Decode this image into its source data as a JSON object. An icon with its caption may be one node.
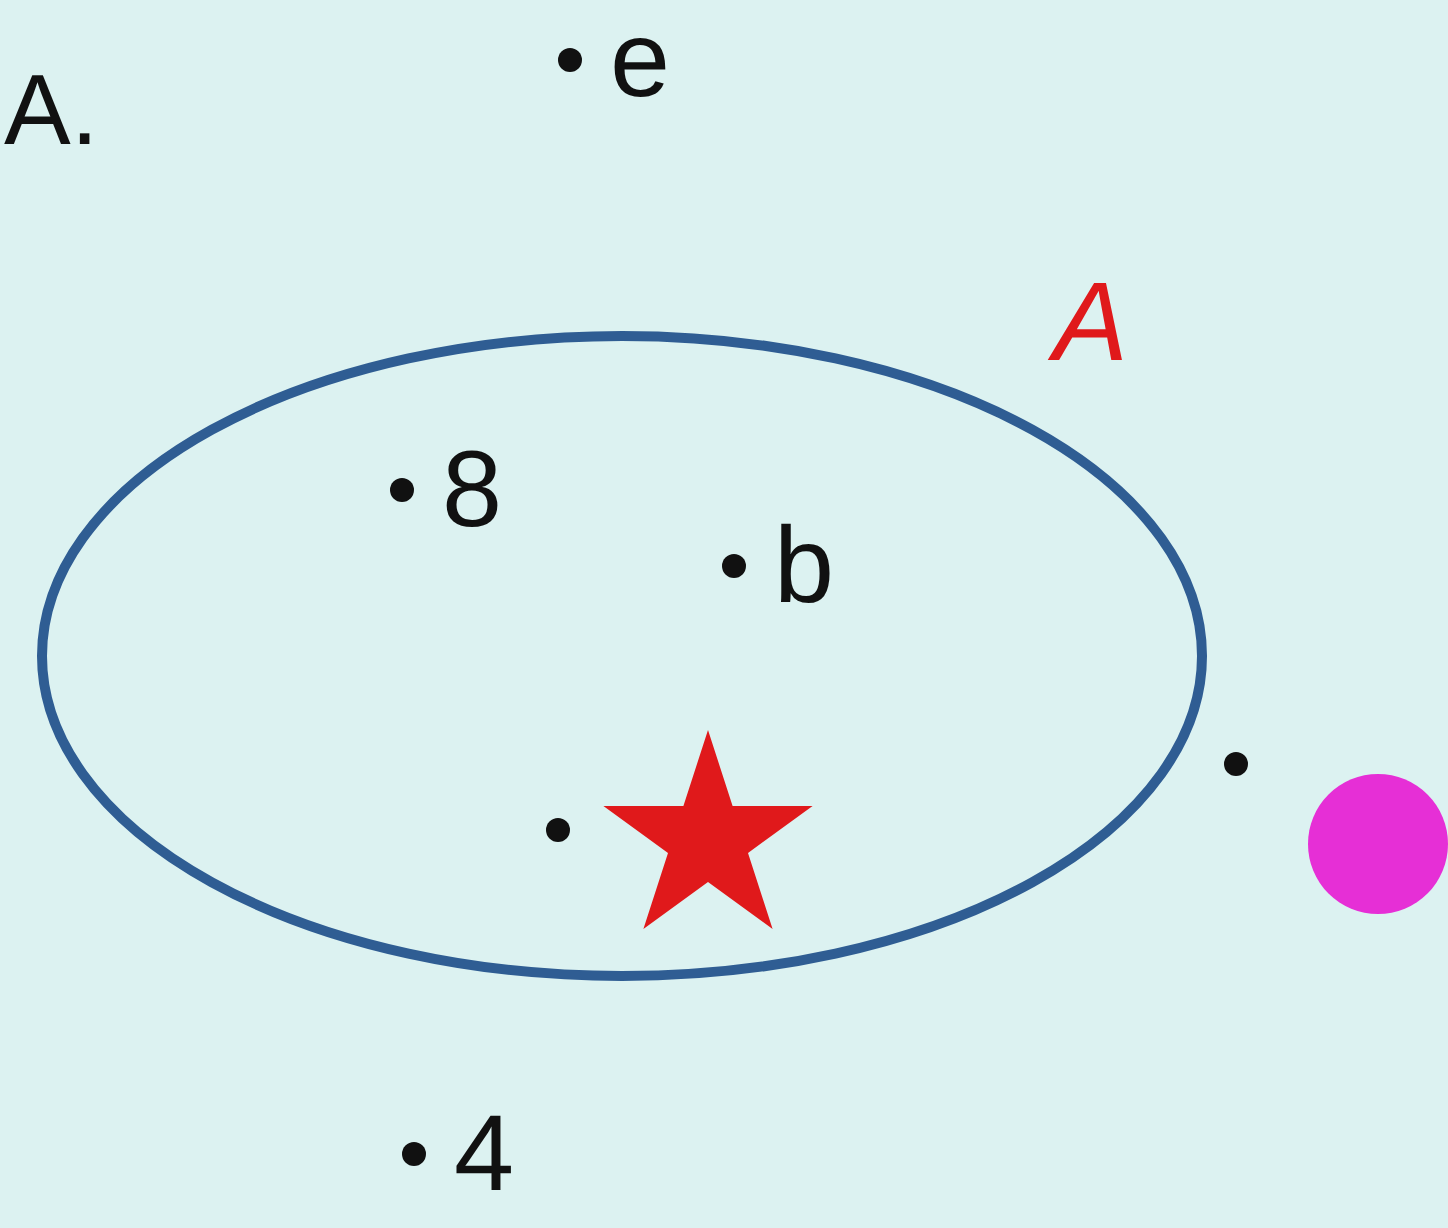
{
  "diagram": {
    "nodes": [
      {
        "text": [
          "A"
        ]
      },
      {
        "text": [
          "8"
        ],
        "in": 0
      },
      {
        "text": [
          "b"
        ],
        "in": 0
      },
      {
        "text": [],
        "shape": "star",
        "in": 0
      },
      {
        "text": [
          "e"
        ]
      },
      {
        "text": [],
        "shape": "circle"
      },
      {
        "text": [
          "4"
        ]
      }
    ],
    "labels": [
      "A."
    ]
  }
}
